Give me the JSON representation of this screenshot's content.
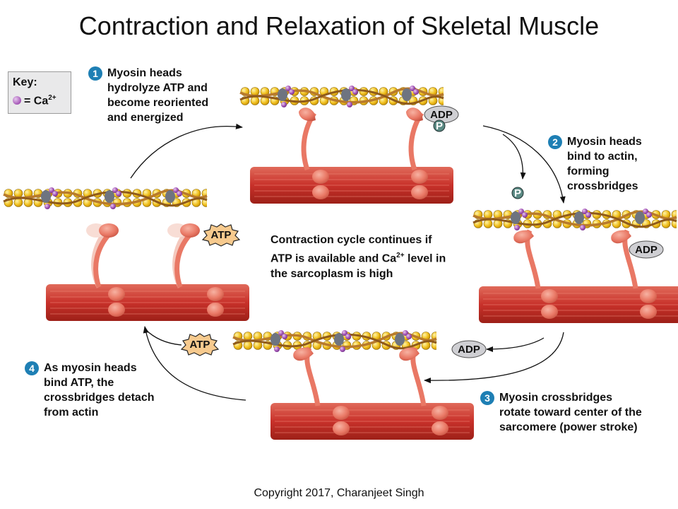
{
  "title": "Contraction and Relaxation of Skeletal Muscle",
  "key": {
    "heading": "Key:",
    "equals": "= Ca",
    "ion_charge": "2+"
  },
  "steps": [
    {
      "number": "1",
      "lines": [
        "Myosin heads",
        "hydrolyze ATP and",
        "become reoriented",
        "and energized"
      ]
    },
    {
      "number": "2",
      "lines": [
        "Myosin heads",
        "bind to actin,",
        "forming",
        "crossbridges"
      ]
    },
    {
      "number": "3",
      "lines": [
        "Myosin crossbridges",
        "rotate toward center of the",
        "sarcomere (power stroke)"
      ]
    },
    {
      "number": "4",
      "lines": [
        "As myosin heads",
        "bind ATP, the",
        "crossbridges detach",
        "from actin"
      ]
    }
  ],
  "center": {
    "line1": "Contraction cycle continues if",
    "line2_a": "ATP is available and Ca",
    "line2_sup": "2+",
    "line2_b": " level in",
    "line3": "the sarcoplasm is high"
  },
  "molecule_labels": {
    "atp": "ATP",
    "adp": "ADP",
    "phosphate": "P"
  },
  "copyright": "Copyright 2017, Charanjeet Singh",
  "colors": {
    "thick_filament": "#c8312a",
    "myosin_head": "#e97865",
    "actin_bead": "#f0bf1d",
    "tropomyosin": "#b87a2c",
    "calcium": "#a455b6",
    "troponin": "#6e7480",
    "step_badge": "#1e7fb4",
    "atp_fill": "#f7ca8e",
    "adp_fill": "#cfcfd3"
  }
}
